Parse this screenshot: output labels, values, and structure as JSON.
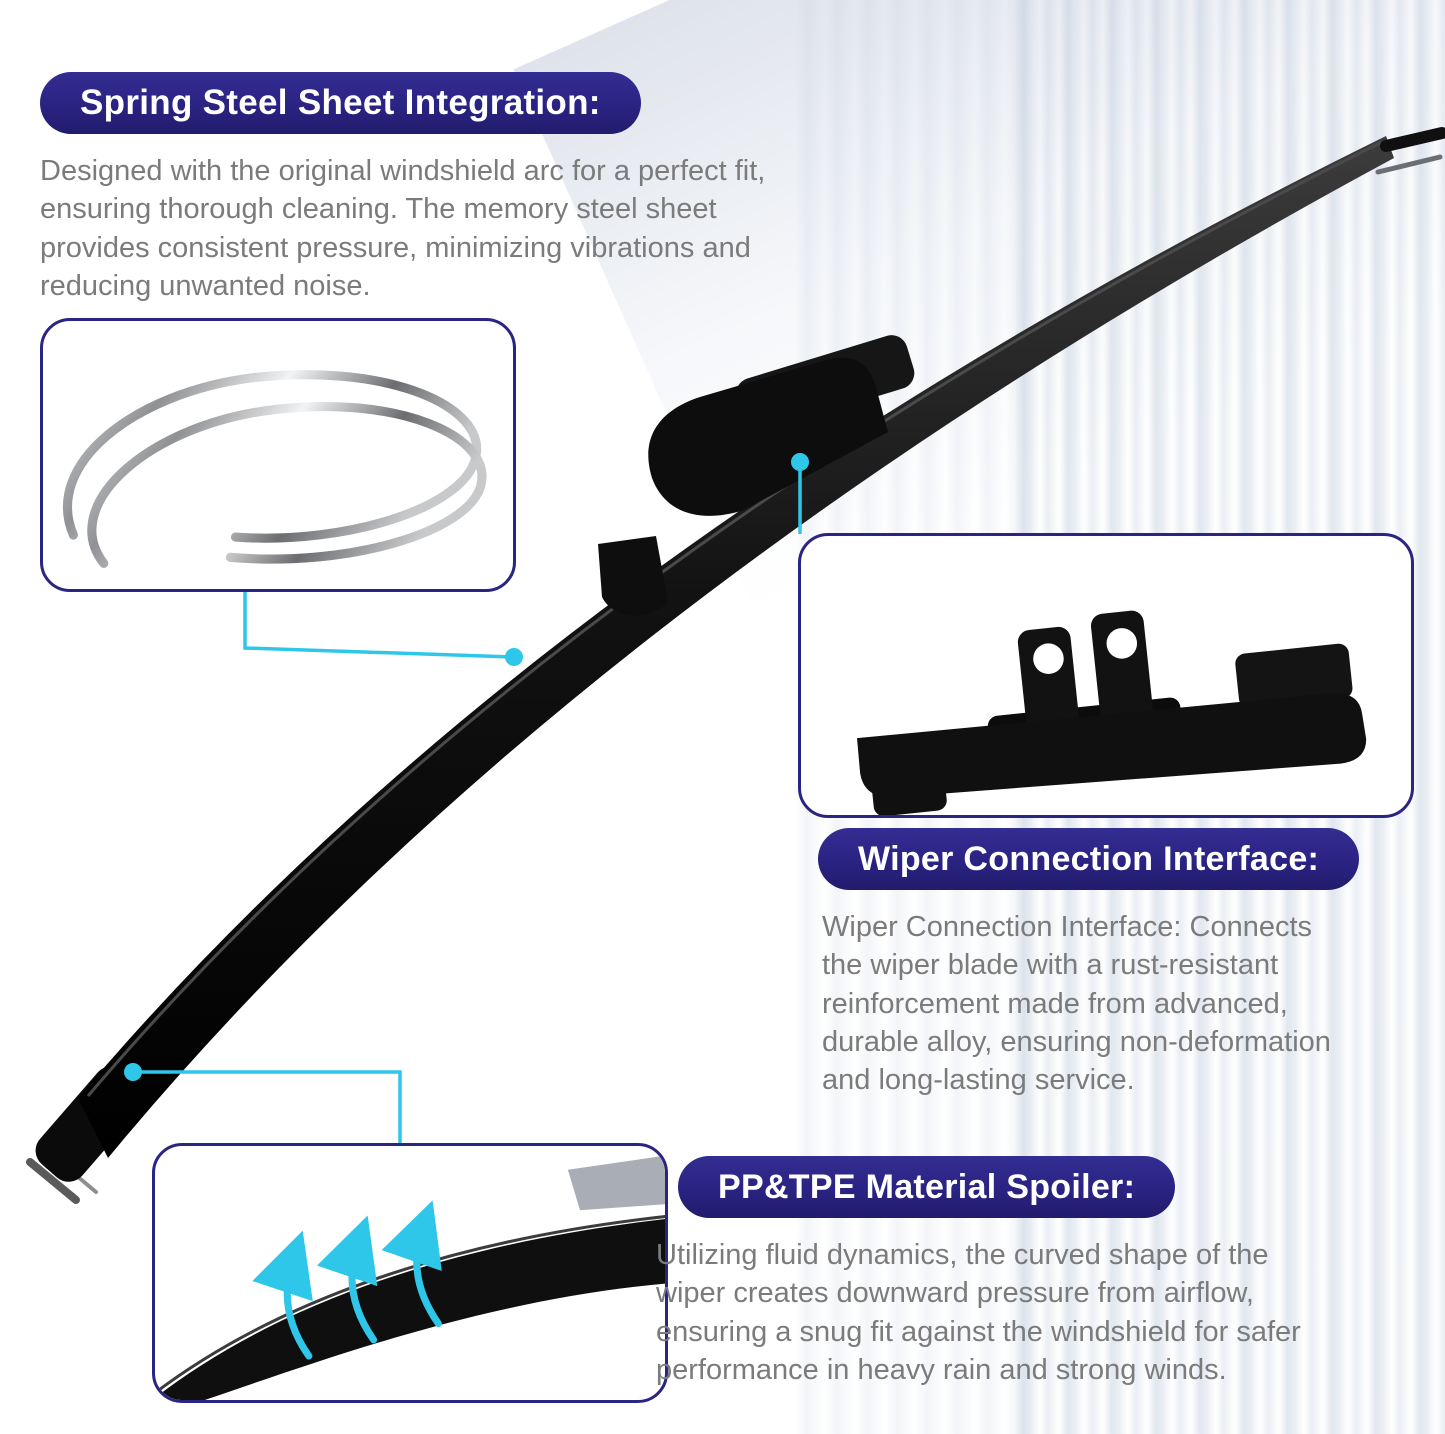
{
  "colors": {
    "navy": "#2a2383",
    "cyan": "#2fc7e9",
    "body_text": "#7b7b7b",
    "blade_black": "#0d0d0d"
  },
  "sections": {
    "spring_steel": {
      "title": "Spring Steel Sheet Integration:",
      "body": "Designed with the original windshield arc for a perfect fit,\nensuring thorough cleaning. The memory steel sheet\nprovides consistent pressure, minimizing vibrations and\nreducing unwanted noise."
    },
    "connection_interface": {
      "title": "Wiper Connection Interface:",
      "body": "Wiper Connection Interface: Connects\nthe wiper blade with a rust-resistant\nreinforcement made from advanced,\ndurable alloy, ensuring non-deformation\nand long-lasting service."
    },
    "spoiler": {
      "title": "PP&TPE Material Spoiler:",
      "body": "Utilizing fluid dynamics, the curved shape of the\nwiper creates downward pressure from airflow,\nensuring a snug fit against the windshield for safer\nperformance in heavy rain and strong winds."
    }
  },
  "illustrations": {
    "main": "wiper-blade",
    "spring_steel_closeup": "spring-steel-sheets",
    "connector_closeup": "wiper-connection-interface",
    "spoiler_closeup": "spoiler-airflow-arrows"
  }
}
